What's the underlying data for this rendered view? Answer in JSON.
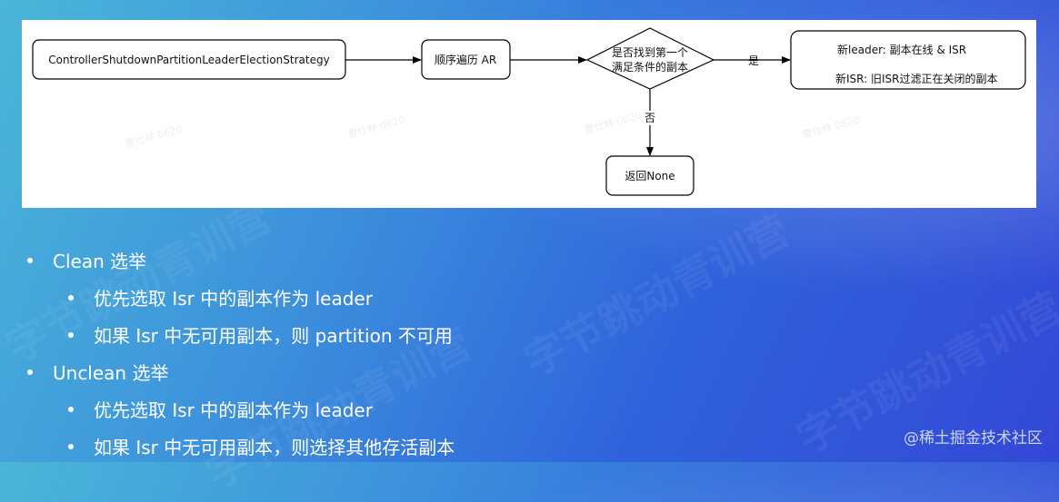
{
  "diagram": {
    "nodes": {
      "strategy": "ControllerShutdownPartitionLeaderElectionStrategy",
      "traverse": "顺序遍历 AR",
      "decision_line1": "是否找到第一个",
      "decision_line2": "满足条件的副本",
      "result_line1": "新leader: 副本在线 & ISR",
      "result_line2": "新ISR: 旧ISR过滤正在关闭的副本",
      "none": "返回None"
    },
    "edges": {
      "yes": "是",
      "no": "否"
    },
    "watermark": "曹仕林 0620"
  },
  "bullets": {
    "clean_title": "Clean 选举",
    "clean_1": "优先选取 Isr 中的副本作为 leader",
    "clean_2": "如果 Isr 中无可用副本，则 partition 不可用",
    "unclean_title": "Unclean 选举",
    "unclean_1": "优先选取 Isr 中的副本作为 leader",
    "unclean_2": "如果 Isr 中无可用副本，则选择其他存活副本"
  },
  "background_watermark": "字节跳动青训营",
  "site_watermark": "@稀土掘金技术社区",
  "colors": {
    "bg_start": "#4ab6d8",
    "bg_end": "#3348d6",
    "panel": "#ffffff",
    "stroke": "#000000"
  }
}
